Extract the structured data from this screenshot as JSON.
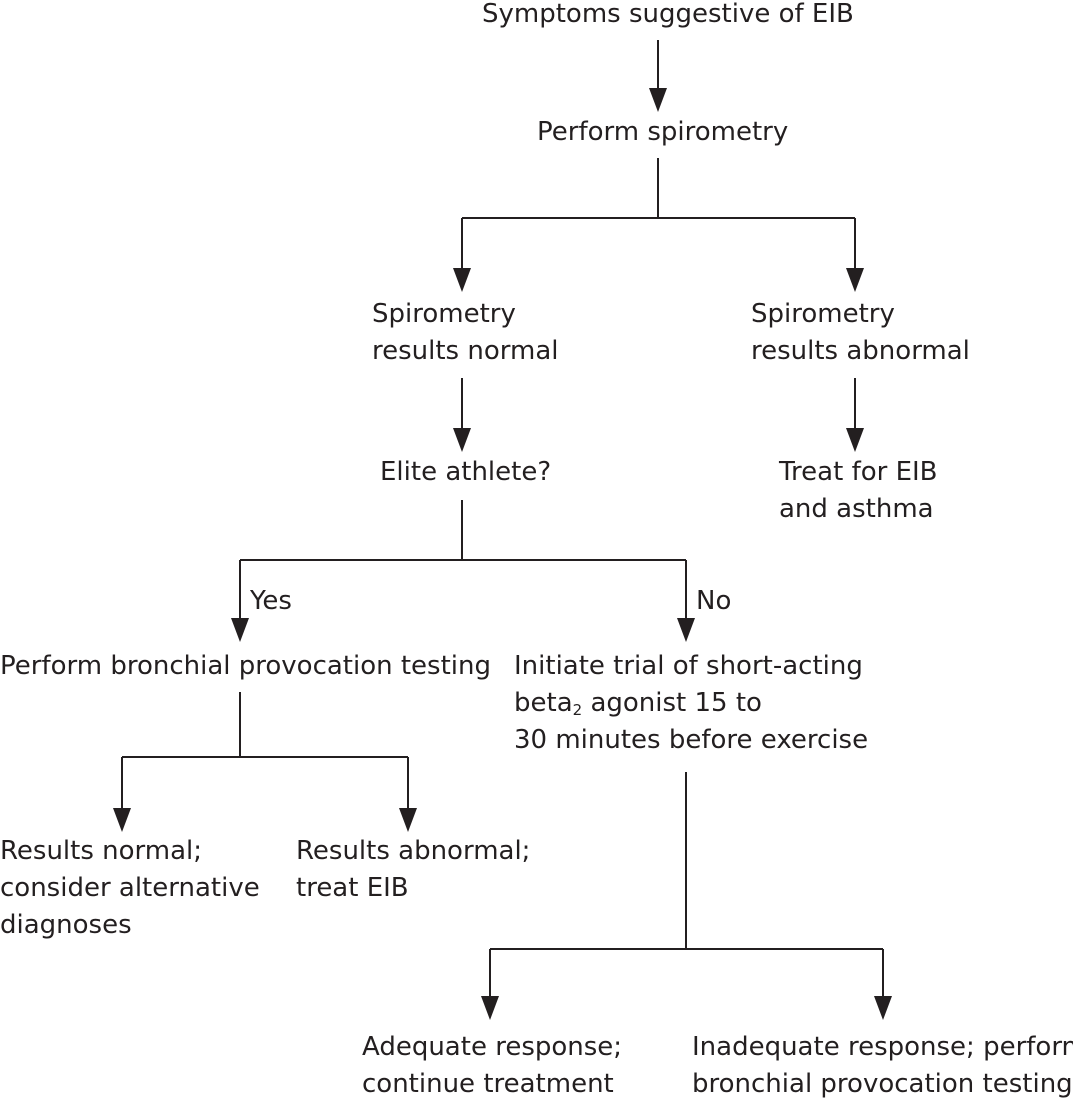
{
  "nodes": {
    "symptoms": "Symptoms suggestive of EIB",
    "spirometry": "Perform spirometry",
    "spiro_normal": [
      "Spirometry",
      "results normal"
    ],
    "spiro_abnormal": [
      "Spirometry",
      "results abnormal"
    ],
    "elite": "Elite athlete?",
    "treat_eib_asthma": [
      "Treat for EIB",
      "and asthma"
    ],
    "bronchial_testing": "Perform bronchial provocation testing",
    "saba_trial": {
      "line1": "Initiate trial of short-acting",
      "line2_pre": "beta",
      "line2_sub": "2",
      "line2_post": " agonist 15 to",
      "line3": "30 minutes before exercise"
    },
    "results_normal": [
      "Results normal;",
      "consider alternative",
      "diagnoses"
    ],
    "results_abnormal": [
      "Results abnormal;",
      "treat EIB"
    ],
    "adequate": [
      "Adequate response;",
      "continue treatment"
    ],
    "inadequate": [
      "Inadequate response; perform",
      "bronchial provocation testing"
    ]
  },
  "edge_labels": {
    "yes": "Yes",
    "no": "No"
  }
}
